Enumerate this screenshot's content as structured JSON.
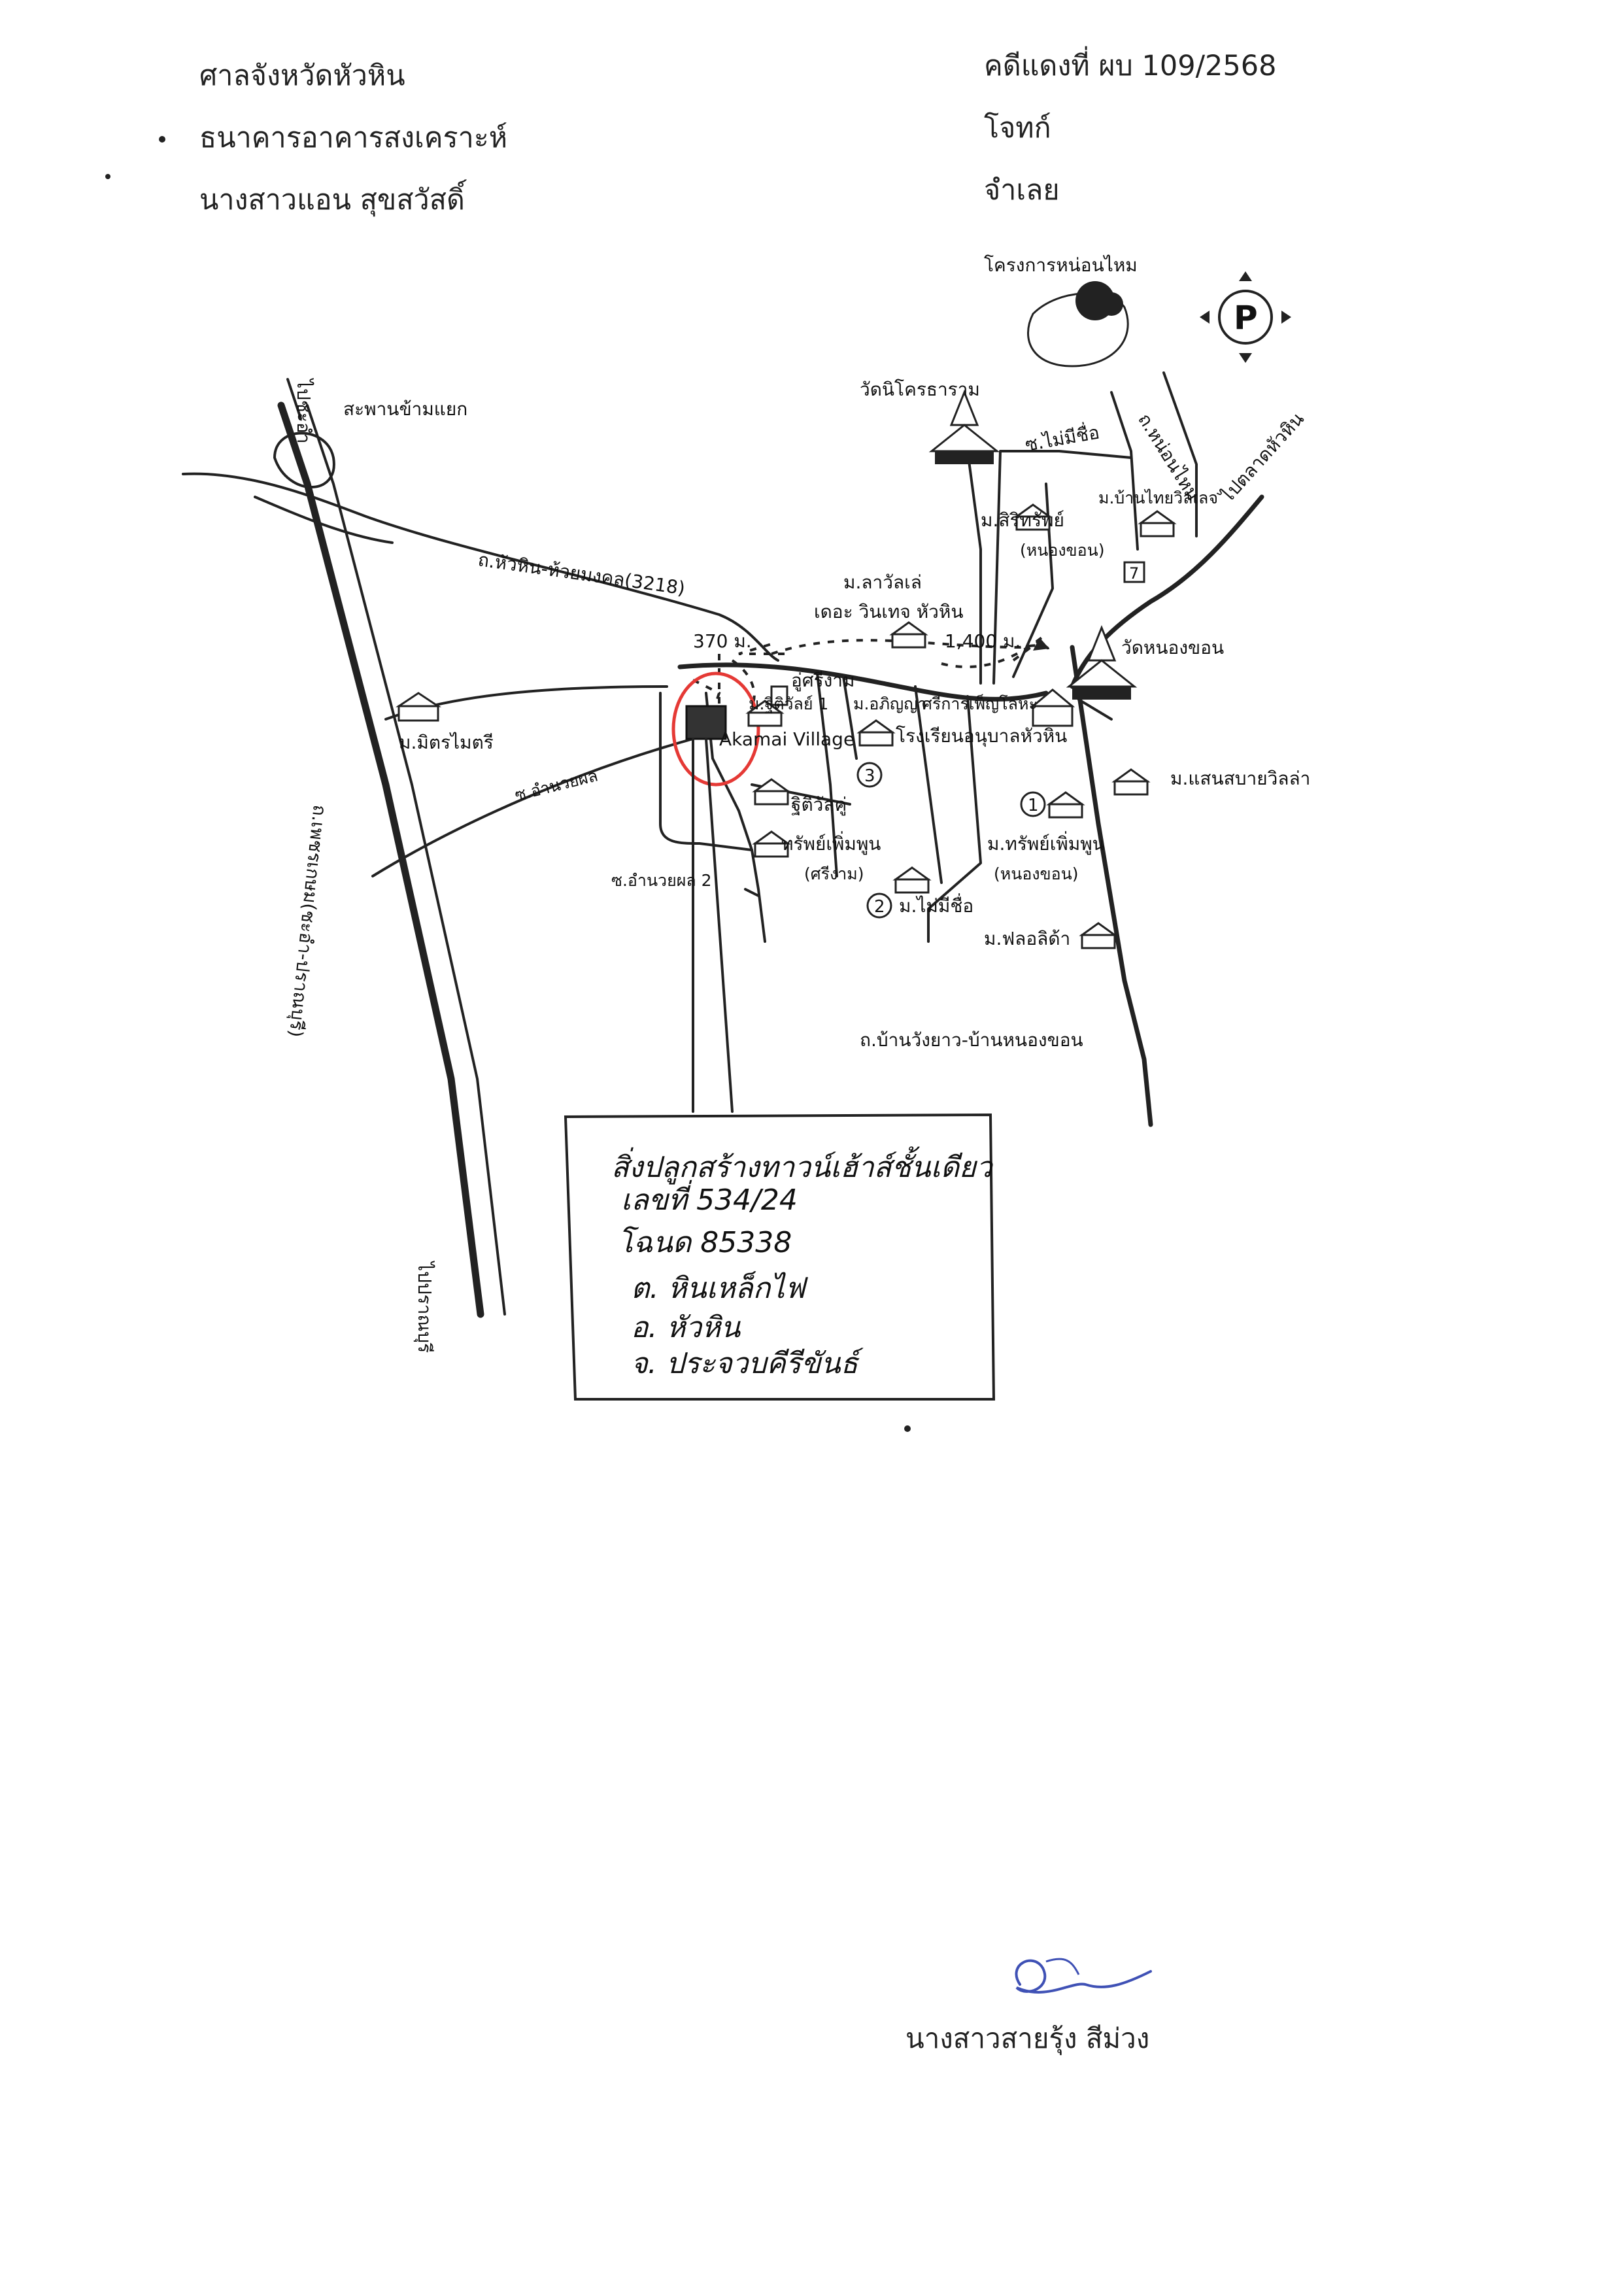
{
  "header": {
    "court": "ศาลจังหวัดหัวหิน",
    "plaintiff_name": "ธนาคารอาคารสงเคราะห์",
    "defendant_name": "นางสาวแอน สุขสวัสดิ์",
    "case_number": "คดีแดงที่ ผบ 109/2568",
    "plaintiff_role": "โจทก์",
    "defendant_role": "จำเลย"
  },
  "map": {
    "labels": {
      "overpass": "สะพานข้ามแยก",
      "road_3218": "ถ.หัวหิน-ห้วยมงคล(3218)",
      "soi_amnuayphon": "ซ.อำนวยผล",
      "soi_amnuayphon_2": "ซ.อำนวยผล 2",
      "to_cha_am": "ไปชะอำ",
      "to_pran": "ไปปราณบุรี",
      "phetkasem": "ถ.เพชรเกษม(ชะอำ-ปราณบุรี)",
      "nong_hoi_project": "โครงการหน่อนไหม",
      "wat_nikhom": "วัดนิโครธาราม",
      "soi_no_name_top": "ซ.ไม่มีชื่อ",
      "road_nong_hoi": "ถ.หน่อนไหม",
      "to_hua_hin_market": "ไปตลาดหัวหิน",
      "ban_thai_villa": "ม.บ้านไทยวิลเลจ",
      "sirisap": "ม.สิริทรัพย์",
      "sirisap_sub": "(หนองขอน)",
      "lavalle": "ม.ลาวัลเล่",
      "the_vintage": "เดอะ วินเทจ หัวหิน",
      "dist_370": "370 ม.",
      "dist_1400": "1,400 ม.",
      "wat_nong_khon": "วัดหนองขอน",
      "u_sri_ngam": "อู่ศรีงาม",
      "ruthiwat_1": "ม.ฐิติวัลย์ 1",
      "aphinya": "ม.อภิญญา",
      "phan_factory": "ศรีการเพ็ญโลหะ",
      "akamai": "Akamai Village",
      "school": "โรงเรียนอนุบาลหัวหิน",
      "mit_maitri": "ม.มิตรไมตรี",
      "ruthiwat_kum": "ฐิติวัลคู่",
      "sapphoem_srigam": "ทรัพย์เพิ่มพูน",
      "sapphoem_srigam_sub": "(ศรีงาม)",
      "no_name_2": "ม.ไม่มีชื่อ",
      "saensabai": "ม.แสนสบายวิลล่า",
      "sapphoem_nong": "ม.ทรัพย์เพิ่มพูน",
      "sapphoem_nong_sub": "(หนองขอน)",
      "floridea": "ม.ฟลอลิด้า",
      "road_wang_yao": "ถ.บ้านวังยาว-บ้านหนองขอน",
      "num_1": "1",
      "num_2": "2",
      "num_3": "3"
    }
  },
  "handwritten_box": {
    "line1": "สิ่งปลูกสร้างทาวน์เฮ้าส์ชั้นเดียว",
    "line2": "เลขที่ 534/24",
    "line3": "โฉนด 85338",
    "line4": "ต. หินเหล็กไฟ",
    "line5": "อ. หัวหิน",
    "line6": "จ. ประจวบคีรีขันธ์"
  },
  "signature": {
    "name": "นางสาวสายรุ้ง สีม่วง"
  },
  "colors": {
    "ink": "#222222",
    "highlight_circle": "#e53935",
    "signature_ink": "#3f51b5"
  }
}
